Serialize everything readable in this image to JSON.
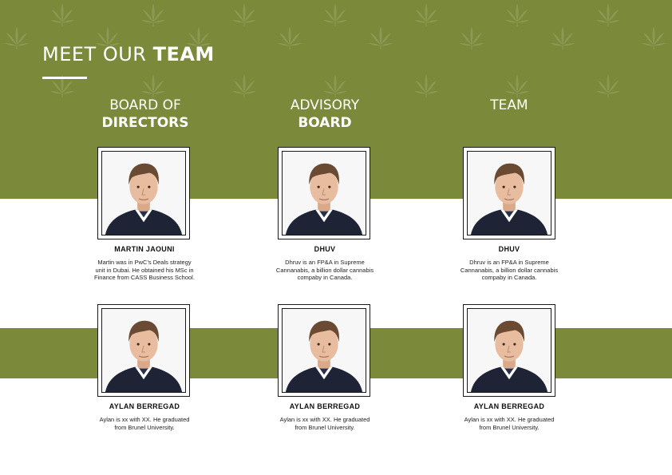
{
  "heading": {
    "prefix": "MEET OUR ",
    "bold": "TEAM"
  },
  "columns": [
    {
      "line1": "BOARD OF",
      "line2": "DIRECTORS"
    },
    {
      "line1": "ADVISORY",
      "line2": "BOARD"
    },
    {
      "line1": "TEAM",
      "line2": ""
    }
  ],
  "row1": [
    {
      "name": "MARTIN JAOUNI",
      "bio": "Martin was in PwC's Deals strategy unit in Dubai. He obtained his MSc in Finance from CASS Business School."
    },
    {
      "name": "DHUV",
      "bio": "Dhruv is an FP&A in Supreme Cannanabis, a billion dollar cannabis compaby in Canada."
    },
    {
      "name": "DHUV",
      "bio": "Dhruv is an FP&A in Supreme Cannanabis, a billion dollar cannabis compaby in Canada."
    }
  ],
  "row2": [
    {
      "name": "AYLAN BERREGAD",
      "bio": "Aylan is xx with XX. He graduated from Brunel University."
    },
    {
      "name": "AYLAN BERREGAD",
      "bio": "Aylan is xx with XX. He graduated from Brunel University."
    },
    {
      "name": "AYLAN BERREGAD",
      "bio": "Aylan is xx with XX. He graduated from Brunel University."
    }
  ],
  "colors": {
    "brand_green": "#7a8a3a",
    "text_dark": "#111111",
    "white": "#ffffff"
  },
  "icons": {
    "background_pattern": "cannabis-leaf-icon",
    "avatar": "portrait-photo"
  }
}
